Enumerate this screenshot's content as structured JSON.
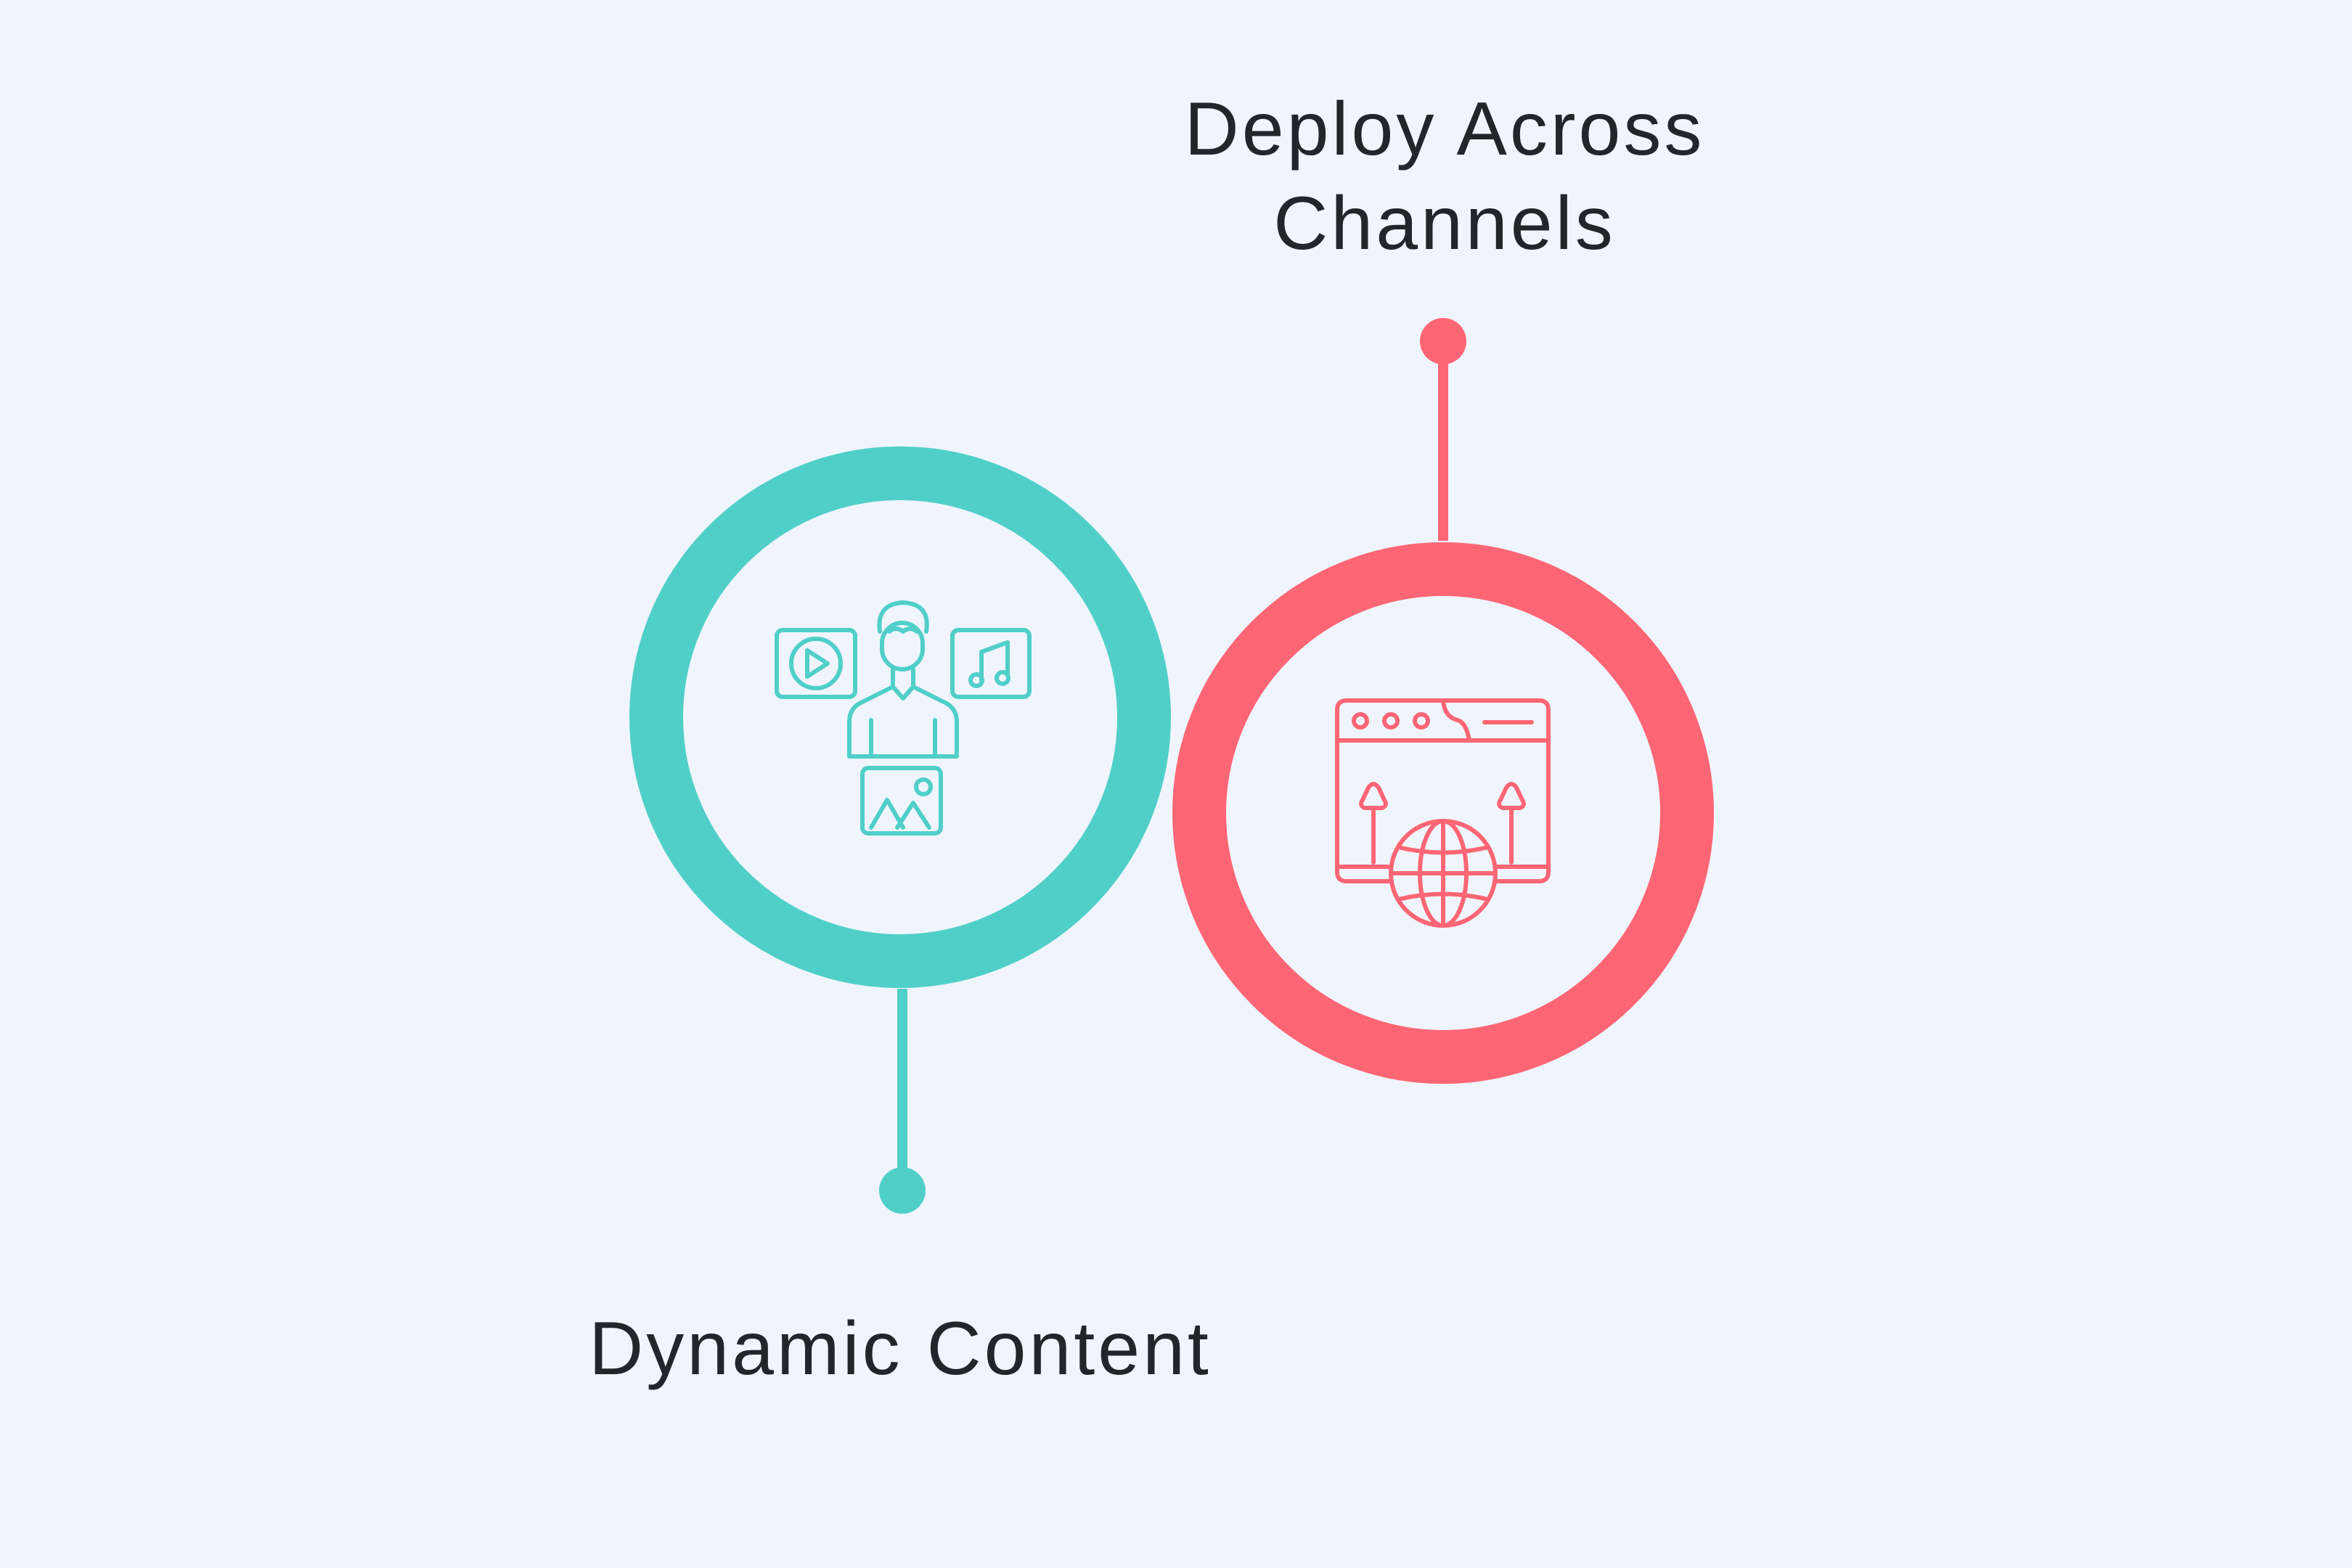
{
  "colors": {
    "background": "#F0F5FD",
    "teal": "#50CFC9",
    "coral": "#FF6675",
    "text": "#22252B"
  },
  "steps": [
    {
      "label": "Dynamic Content",
      "color": "#50CFC9",
      "icon": "person-with-media-icon",
      "connector": "bottom"
    },
    {
      "label": "Deploy Across\nChannels",
      "color": "#FF6675",
      "icon": "browser-with-globe-icon",
      "connector": "top"
    }
  ]
}
